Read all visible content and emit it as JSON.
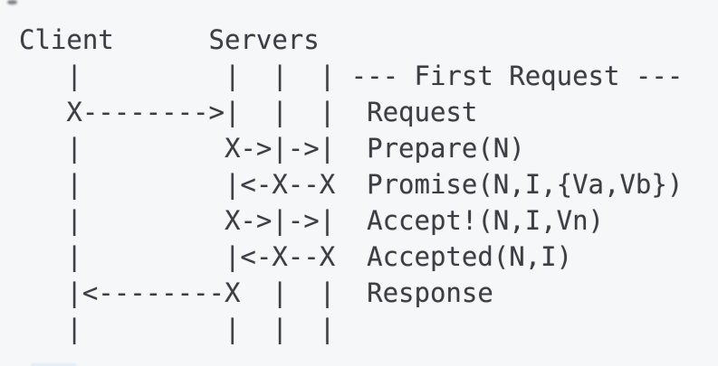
{
  "colors": {
    "background": "#f6f7f9",
    "text": "#3b3e42"
  },
  "diagram": {
    "kind": "ascii-sequence-diagram",
    "actors": {
      "client": "Client",
      "servers": "Servers"
    },
    "section_label": "--- First Request ---",
    "message_labels": [
      "Request",
      "Prepare(N)",
      "Promise(N,I,{Va,Vb})",
      "Accept!(N,I,Vn)",
      "Accepted(N,I)",
      "Response"
    ],
    "lines": [
      "Client      Servers",
      "   |         |  |  | --- First Request ---",
      "   X-------->|  |  |  Request",
      "   |         X->|->|  Prepare(N)",
      "   |         |<-X--X  Promise(N,I,{Va,Vb})",
      "   |         X->|->|  Accept!(N,I,Vn)",
      "   |         |<-X--X  Accepted(N,I)",
      "   |<--------X  |  |  Response",
      "   |         |  |  |"
    ]
  }
}
